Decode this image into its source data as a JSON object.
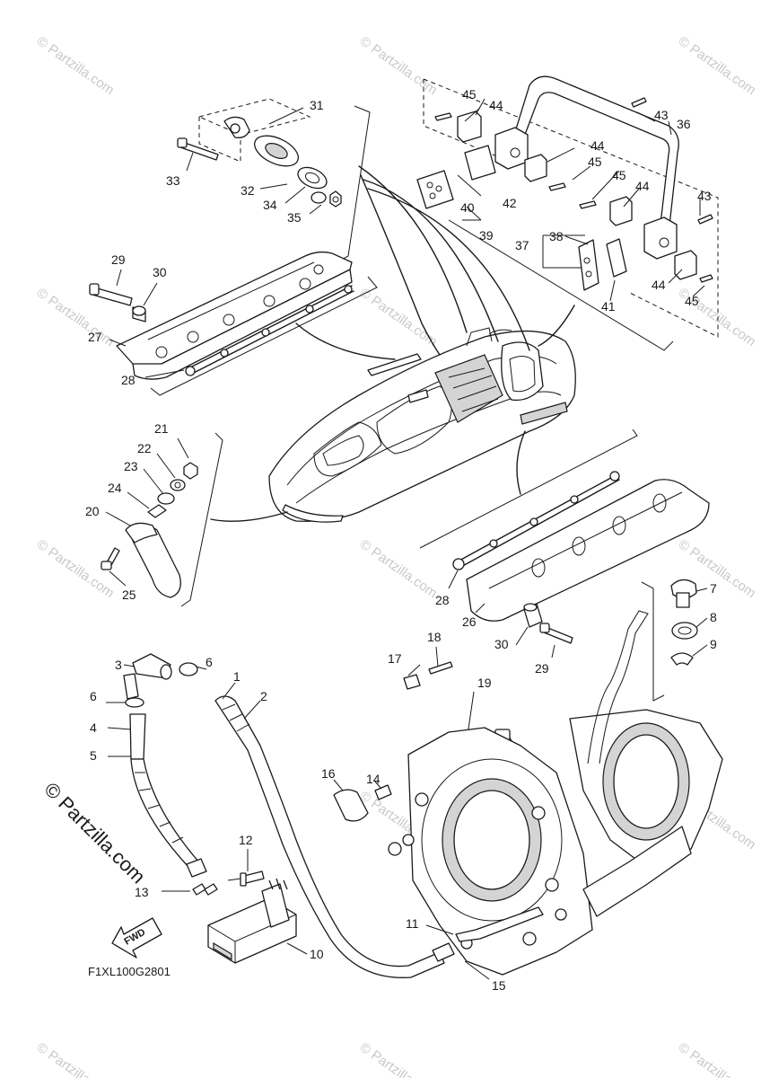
{
  "diagram_code": "F1XL100G2801",
  "watermark_text": "© Partzilla.com",
  "fwd_label": "FWD",
  "callouts": {
    "c1": "1",
    "c2": "2",
    "c3": "3",
    "c4": "4",
    "c5": "5",
    "c6a": "6",
    "c6b": "6",
    "c7": "7",
    "c8": "8",
    "c9": "9",
    "c10": "10",
    "c11": "11",
    "c12": "12",
    "c13": "13",
    "c14": "14",
    "c15": "15",
    "c16": "16",
    "c17": "17",
    "c18": "18",
    "c19": "19",
    "c20": "20",
    "c21": "21",
    "c22": "22",
    "c23": "23",
    "c24": "24",
    "c25": "25",
    "c26": "26",
    "c27": "27",
    "c28a": "28",
    "c28b": "28",
    "c29a": "29",
    "c29b": "29",
    "c30a": "30",
    "c30b": "30",
    "c31": "31",
    "c32": "32",
    "c33": "33",
    "c34": "34",
    "c35": "35",
    "c36": "36",
    "c37": "37",
    "c38": "38",
    "c39": "39",
    "c40": "40",
    "c41": "41",
    "c42": "42",
    "c43a": "43",
    "c43b": "43",
    "c44a": "44",
    "c44b": "44",
    "c44c": "44",
    "c44d": "44",
    "c45a": "45",
    "c45b": "45",
    "c45c": "45",
    "c45d": "45"
  }
}
